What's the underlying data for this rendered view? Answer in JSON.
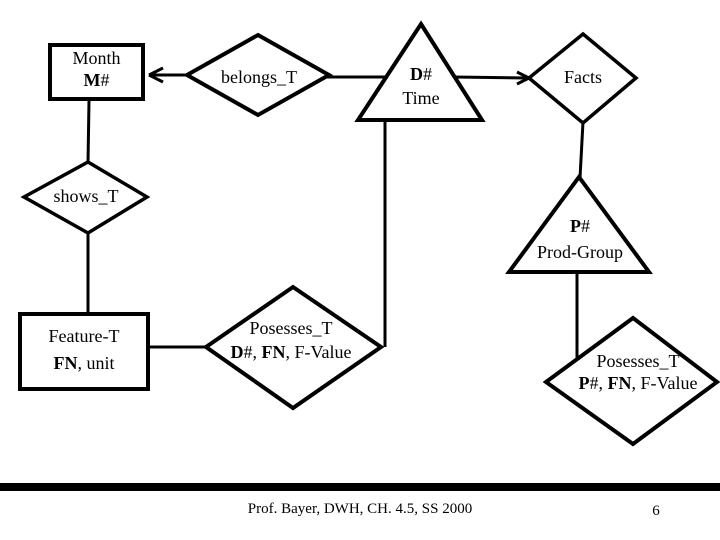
{
  "colors": {
    "ink": "#000000",
    "background": "#ffffff"
  },
  "footer": {
    "text": "Prof. Bayer, DWH, CH. 4.5, SS 2000",
    "page": "6"
  },
  "nodes": {
    "month": {
      "title": "Month",
      "key_bold": "M",
      "key_rest": "#"
    },
    "belongs": {
      "label": "belongs_T"
    },
    "time": {
      "key_bold": "D",
      "key_rest": "#",
      "title": "Time"
    },
    "facts": {
      "label": "Facts"
    },
    "shows": {
      "label": "shows_T"
    },
    "prod_group": {
      "key_bold": "P",
      "key_rest": "#",
      "title": "Prod-Group"
    },
    "feature": {
      "title": "Feature-T",
      "attrs_bold": "FN",
      "attrs_rest": ", unit"
    },
    "posesses_time": {
      "title": "Posesses_T",
      "k1": "D",
      "r1": "#, ",
      "k2": "FN",
      "r2": ", F-Value"
    },
    "posesses_prod": {
      "title": "Posesses_T",
      "k1": "P",
      "r1": "#, ",
      "k2": "FN",
      "r2": ", F-Value"
    }
  }
}
